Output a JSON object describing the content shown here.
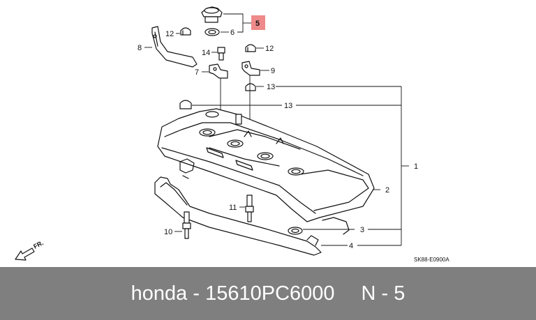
{
  "footer": {
    "brand": "honda",
    "dash": "-",
    "part_number": "15610PC6000",
    "ref": "N - 5"
  },
  "diagram": {
    "code": "SK88-E0900A",
    "direction": "FR.",
    "highlight_color": "#ee8a8a",
    "callouts": {
      "c1": "1",
      "c2": "2",
      "c3": "3",
      "c4": "4",
      "c5": "5",
      "c6": "6",
      "c7": "7",
      "c8": "8",
      "c9": "9",
      "c10": "10",
      "c11": "11",
      "c12a": "12",
      "c12b": "12",
      "c13a": "13",
      "c13b": "13",
      "c14": "14"
    }
  }
}
